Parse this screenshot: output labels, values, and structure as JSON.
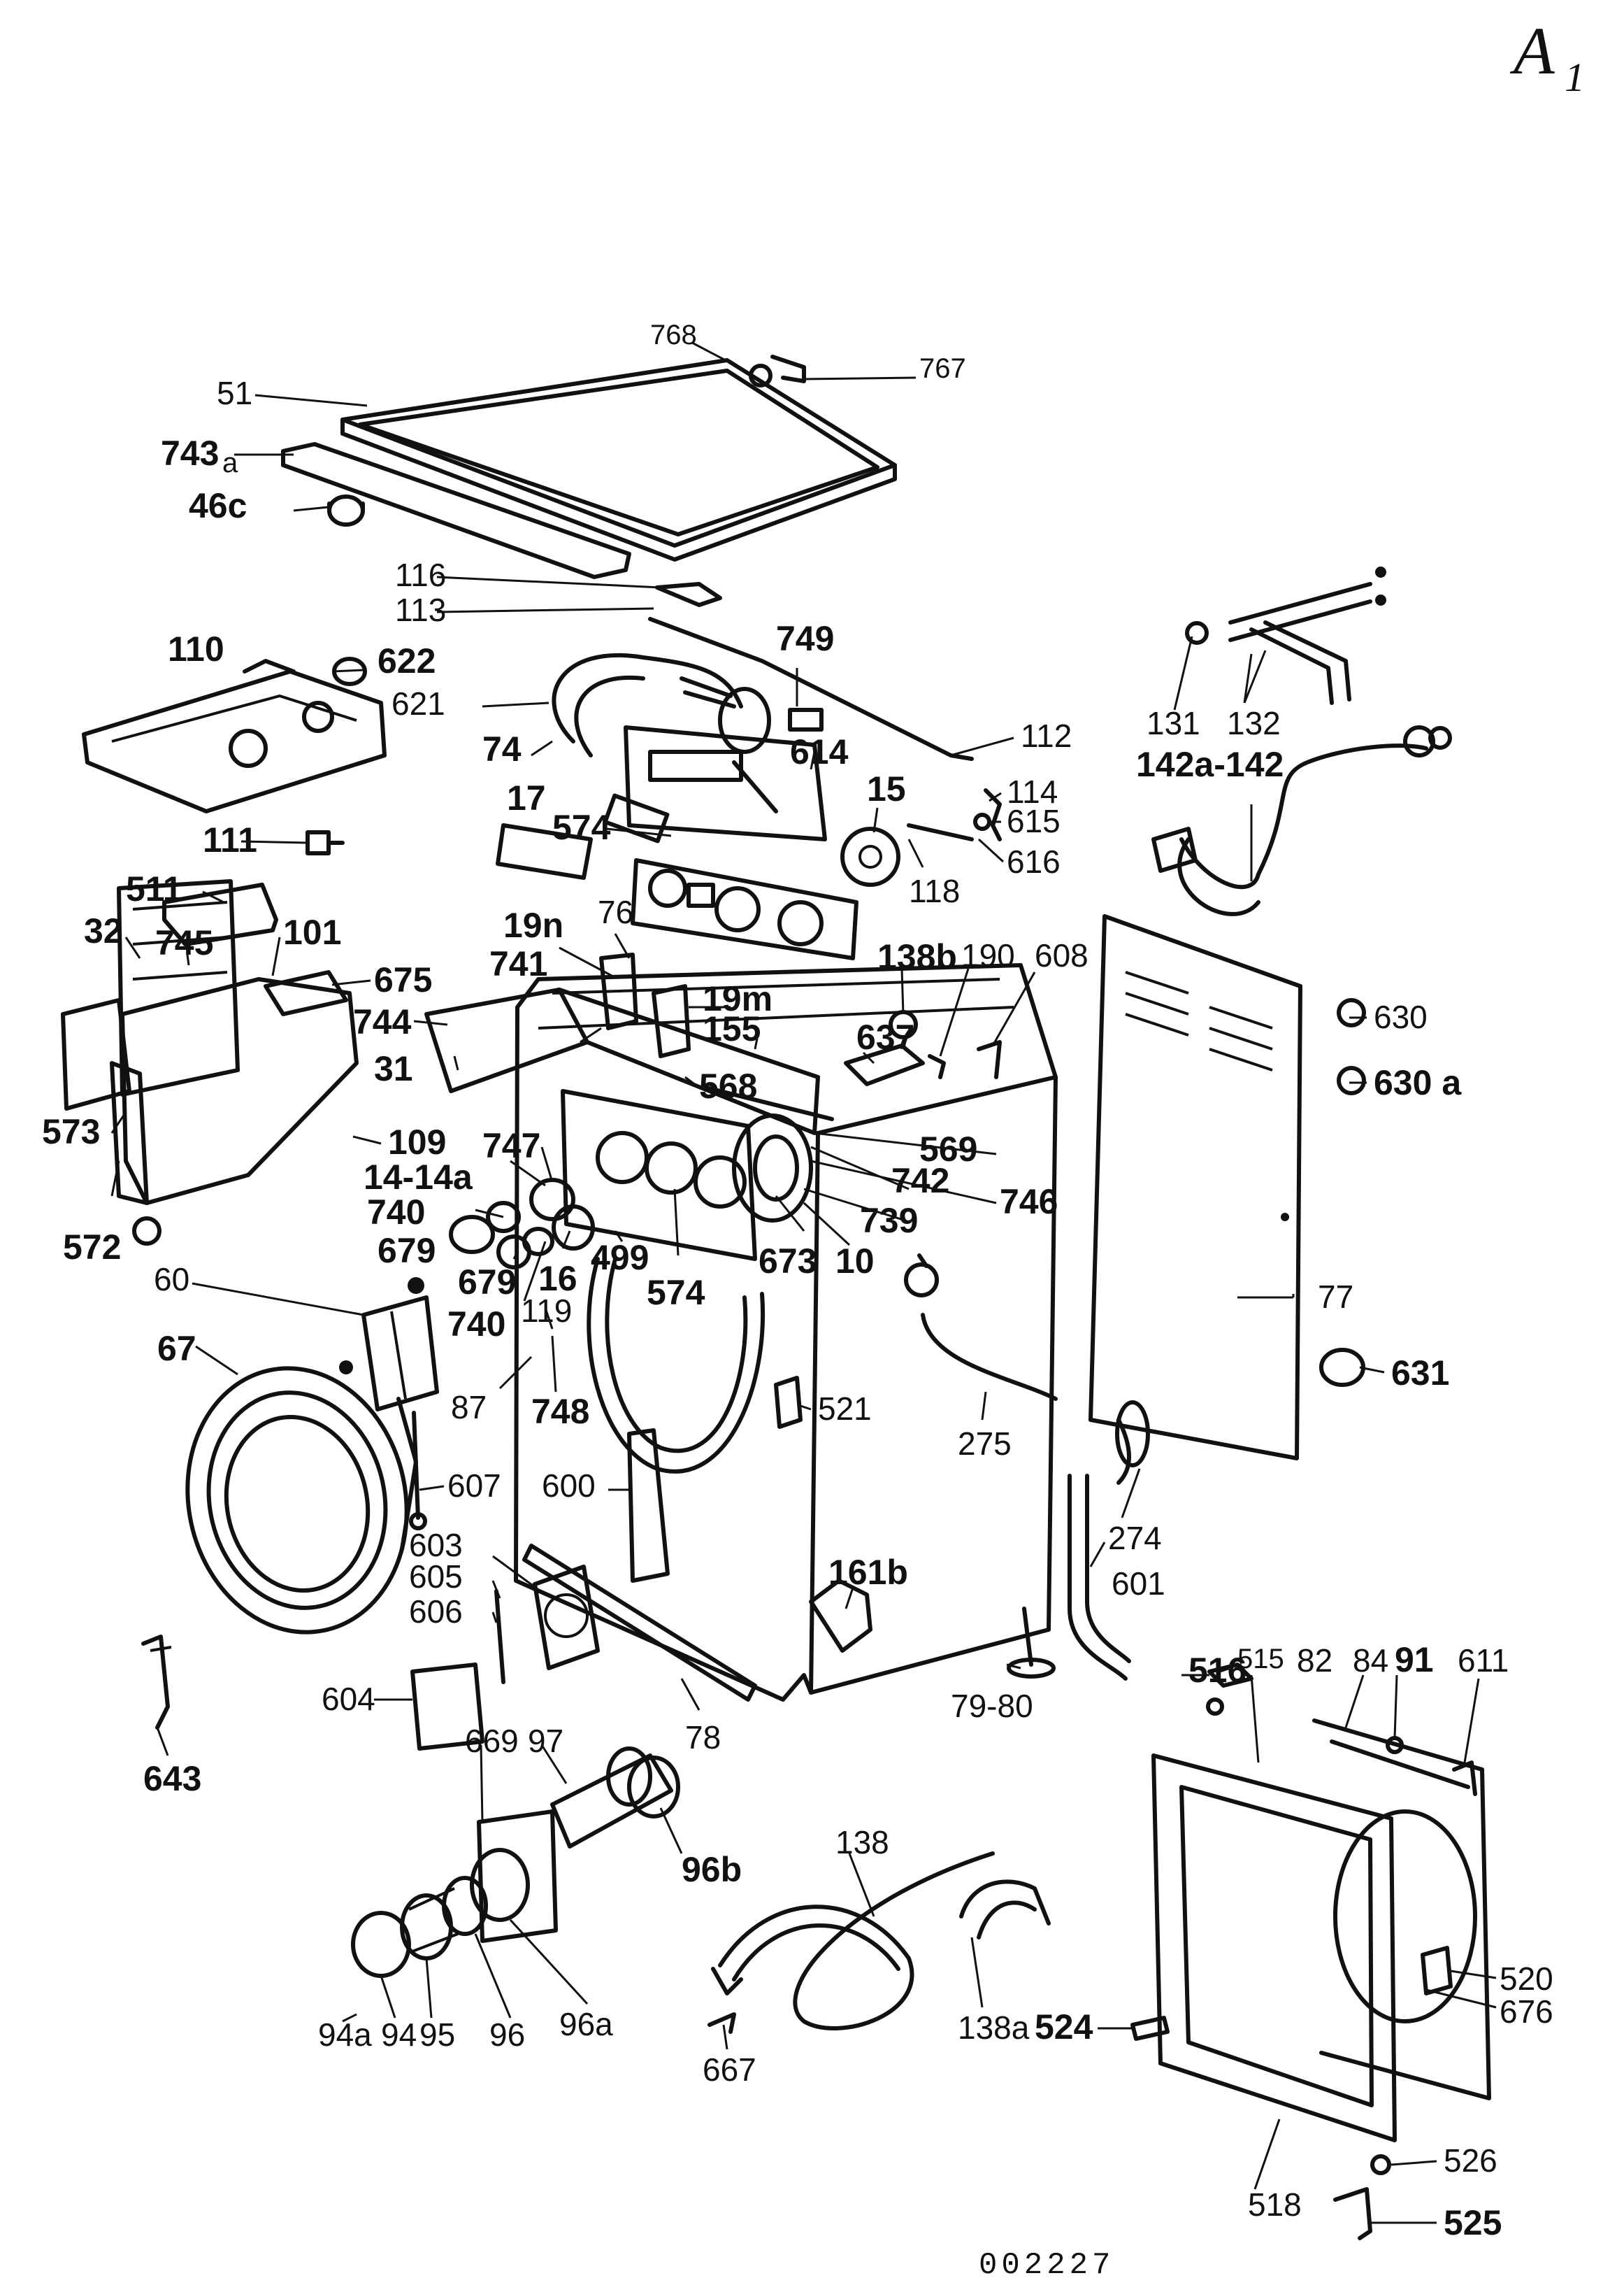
{
  "sheet": {
    "id": "A",
    "sub": "1"
  },
  "drawing_number": "002227",
  "labels": {
    "l768": "768",
    "l767": "767",
    "l51": "51",
    "l743a": "743",
    "l743a_sub": "a",
    "l46c": "46c",
    "l116": "116",
    "l113": "113",
    "l749": "749",
    "l110": "110",
    "l622": "622",
    "l621": "621",
    "l112": "112",
    "l131": "131",
    "l132": "132",
    "l142": "142a-142",
    "l74": "74",
    "l614": "614",
    "l15": "15",
    "l114": "114",
    "l615": "615",
    "l616": "616",
    "l111": "111",
    "l17": "17",
    "l574a": "574",
    "l118": "118",
    "l511": "511",
    "l32": "32",
    "l745": "745",
    "l101": "101",
    "l675": "675",
    "l19n": "19n",
    "l76": "76",
    "l138b": "138b",
    "l190": "190",
    "l608": "608",
    "l741": "741",
    "l630": "630",
    "l744": "744",
    "l19m": "19m",
    "l155": "155",
    "l637": "637",
    "l630a": "630 a",
    "l31": "31",
    "l568": "568",
    "l573": "573",
    "l109": "109",
    "l569": "569",
    "l747": "747",
    "l742": "742",
    "l14": "14-14a",
    "l746": "746",
    "l740a": "740",
    "l739": "739",
    "l679a": "679",
    "l673": "673",
    "l10": "10",
    "l572": "572",
    "l679b": "679",
    "l16": "16",
    "l499": "499",
    "l574b": "574",
    "l740b": "740",
    "l60": "60",
    "l119": "119",
    "l77": "77",
    "l67": "67",
    "l631": "631",
    "l87": "87",
    "l748": "748",
    "l521": "521",
    "l275": "275",
    "l607": "607",
    "l600": "600",
    "l274": "274",
    "l603": "603",
    "l605": "605",
    "l161b": "161b",
    "l601": "601",
    "l606": "606",
    "l516": "516",
    "l515": "515",
    "l82": "82",
    "l84": "84",
    "l91": "91",
    "l611": "611",
    "l604": "604",
    "l79": "79-80",
    "l78": "78",
    "l643": "643",
    "l669": "669",
    "l97": "97",
    "l138": "138",
    "l96b": "96b",
    "l520": "520",
    "l676": "676",
    "l524": "524",
    "l94a": "94a",
    "l94": "94",
    "l95": "95",
    "l96": "96",
    "l96a": "96a",
    "l667": "667",
    "l138a": "138a",
    "l526": "526",
    "l518": "518",
    "l525": "525"
  }
}
